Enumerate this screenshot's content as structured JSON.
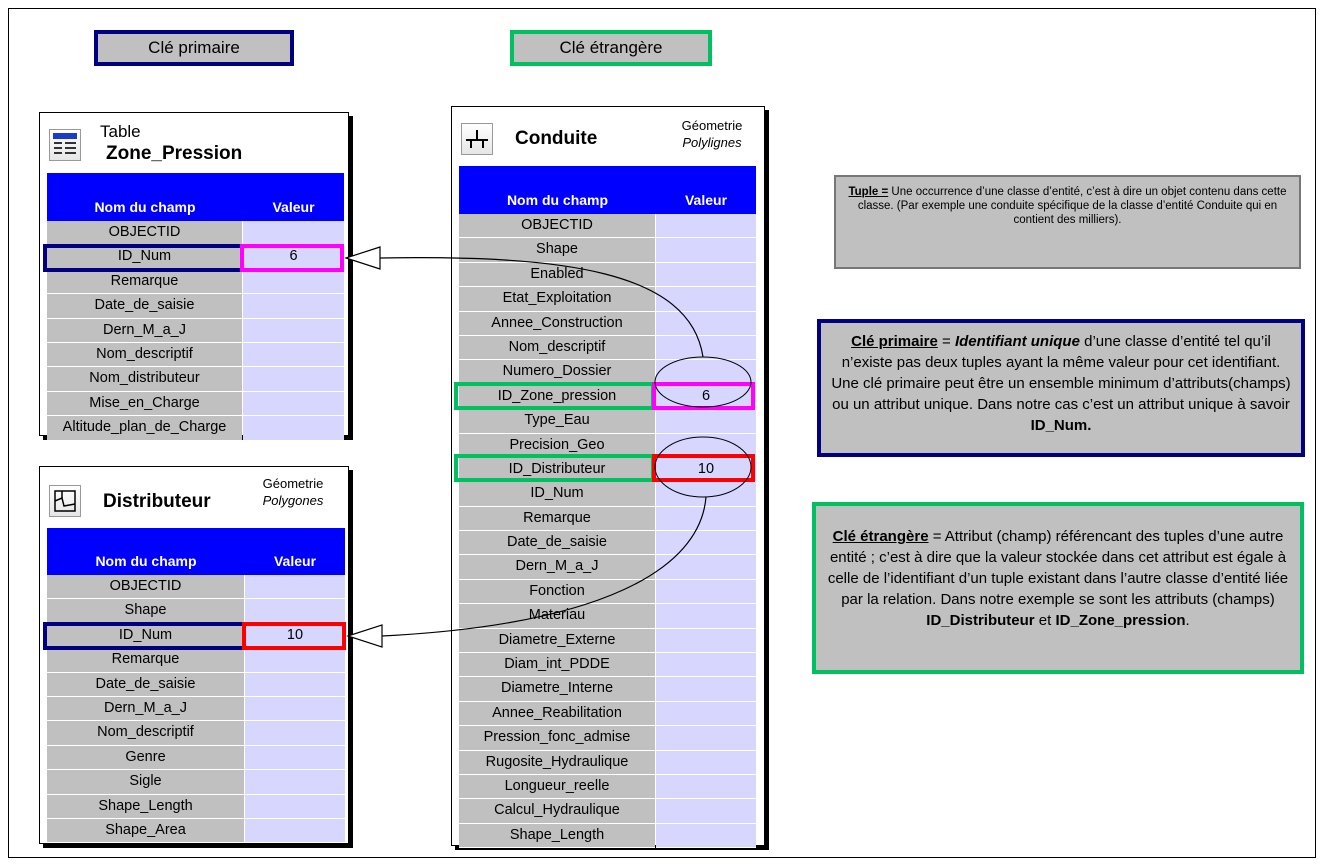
{
  "legend": {
    "primary_label": "Clé primaire",
    "foreign_label": "Clé étrangère"
  },
  "colors": {
    "primary_key_border": "#000080",
    "foreign_key_border": "#00c060",
    "value_highlight_zone": "#ff00ff",
    "value_highlight_distrib": "#ff0000",
    "header_blue": "#0000ff"
  },
  "columns": {
    "name": "Nom du champ",
    "value": "Valeur"
  },
  "zone_pression": {
    "icon": "table-icon",
    "kind": "Table",
    "name": "Zone_Pression",
    "fields": [
      "OBJECTID",
      "ID_Num",
      "Remarque",
      "Date_de_saisie",
      "Dern_M_a_J",
      "Nom_descriptif",
      "Nom_distributeur",
      "Mise_en_Charge",
      "Altitude_plan_de_Charge"
    ],
    "values": [
      "",
      "6",
      "",
      "",
      "",
      "",
      "",
      "",
      ""
    ]
  },
  "conduite": {
    "icon": "polyline-icon",
    "name": "Conduite",
    "geometry_label": "Géometrie",
    "geometry_type": "Polylignes",
    "fields": [
      "OBJECTID",
      "Shape",
      "Enabled",
      "Etat_Exploitation",
      "Annee_Construction",
      "Nom_descriptif",
      "Numero_Dossier",
      "ID_Zone_pression",
      "Type_Eau",
      "Precision_Geo",
      "ID_Distributeur",
      "ID_Num",
      "Remarque",
      "Date_de_saisie",
      "Dern_M_a_J",
      "Fonction",
      "Materiau",
      "Diametre_Externe",
      "Diam_int_PDDE",
      "Diametre_Interne",
      "Annee_Reabilitation",
      "Pression_fonc_admise",
      "Rugosite_Hydraulique",
      "Longueur_reelle",
      "Calcul_Hydraulique",
      "Shape_Length"
    ],
    "values": [
      "",
      "",
      "",
      "",
      "",
      "",
      "",
      "6",
      "",
      "",
      "10",
      "",
      "",
      "",
      "",
      "",
      "",
      "",
      "",
      "",
      "",
      "",
      "",
      "",
      "",
      ""
    ]
  },
  "distributeur": {
    "icon": "polygon-icon",
    "name": "Distributeur",
    "geometry_label": "Géometrie",
    "geometry_type": "Polygones",
    "fields": [
      "OBJECTID",
      "Shape",
      "ID_Num",
      "Remarque",
      "Date_de_saisie",
      "Dern_M_a_J",
      "Nom_descriptif",
      "Genre",
      "Sigle",
      "Shape_Length",
      "Shape_Area"
    ],
    "values": [
      "",
      "",
      "10",
      "",
      "",
      "",
      "",
      "",
      "",
      "",
      ""
    ]
  },
  "notes": {
    "tuple_term": "Tuple =",
    "tuple_text": " Une occurrence d’une classe d’entité, c’est à dire un objet contenu dans cette classe. (Par exemple une conduite spécifique de la classe d’entité Conduite qui en contient des milliers).",
    "pk_term": "Clé primaire",
    "pk_eq": " = ",
    "pk_em": "Identifiant unique",
    "pk_text": " d’une classe d’entité tel qu’il n’existe pas deux tuples ayant la même valeur pour cet identifiant. Une clé primaire peut être un ensemble minimum d’attributs(champs) ou un attribut unique. Dans notre cas c’est un attribut unique à savoir ",
    "pk_bold": "ID_Num.",
    "fk_term": "Clé étrangère",
    "fk_text": " = Attribut (champ) référencant des tuples d’une autre entité ; c’est à dire que la valeur stockée dans cet attribut est égale à celle de l’identifiant d’un tuple existant dans l’autre classe d’entité liée par la relation. Dans notre exemple se sont les attributs (champs) ",
    "fk_bold1": "ID_Distributeur",
    "fk_and": " et ",
    "fk_bold2": "ID_Zone_pression",
    "fk_end": "."
  }
}
